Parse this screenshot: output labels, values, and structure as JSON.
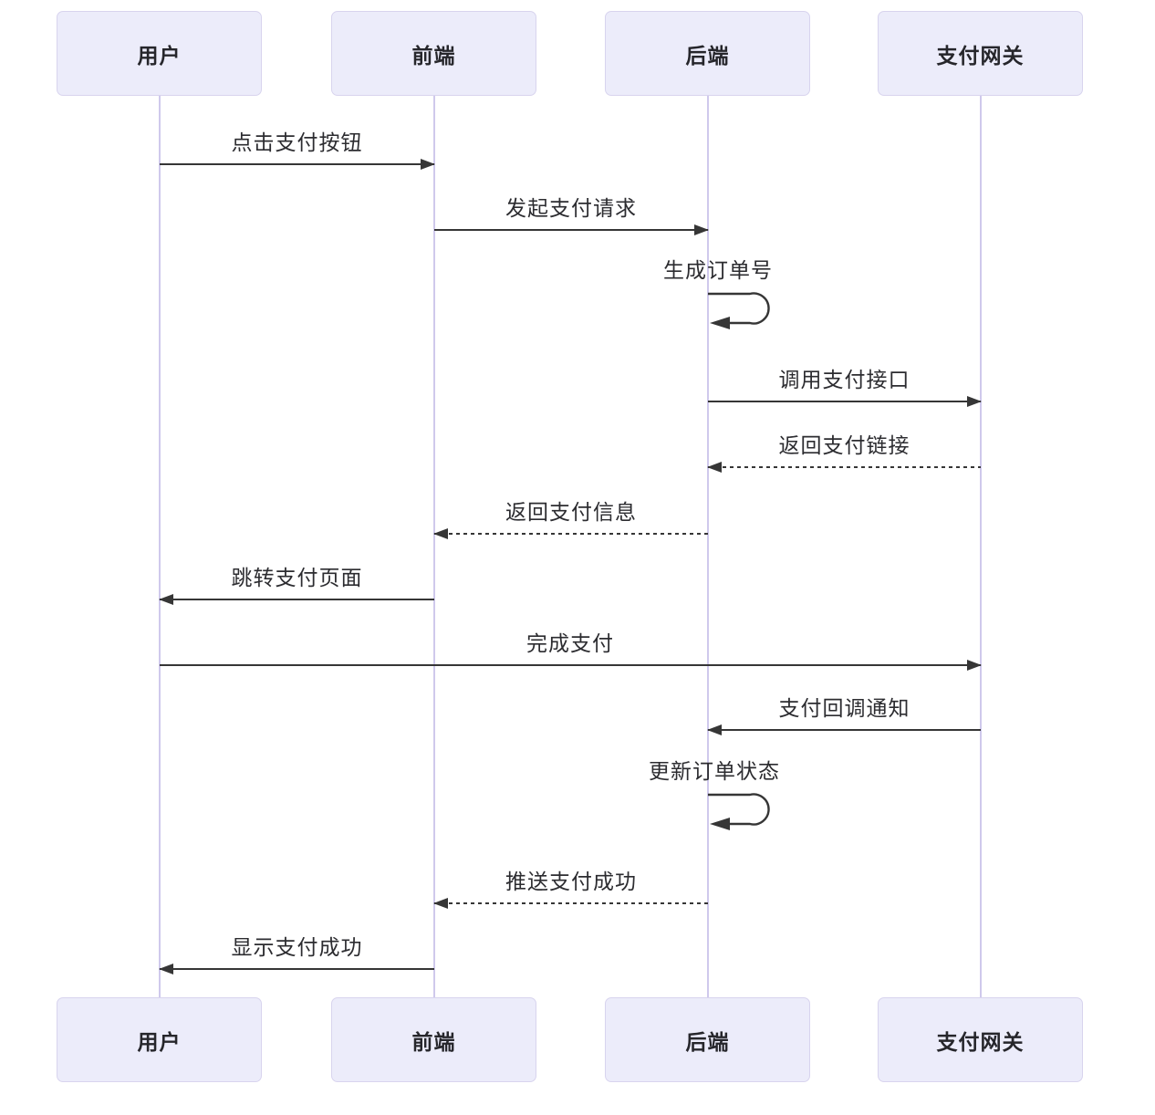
{
  "diagram": {
    "type": "sequence-diagram",
    "actors": [
      {
        "label": "用户"
      },
      {
        "label": "前端"
      },
      {
        "label": "后端"
      },
      {
        "label": "支付网关"
      }
    ],
    "messages": [
      {
        "from": "用户",
        "to": "前端",
        "label": "点击支付按钮",
        "line": "solid",
        "self": false
      },
      {
        "from": "前端",
        "to": "后端",
        "label": "发起支付请求",
        "line": "solid",
        "self": false
      },
      {
        "from": "后端",
        "to": "后端",
        "label": "生成订单号",
        "line": "solid",
        "self": true
      },
      {
        "from": "后端",
        "to": "支付网关",
        "label": "调用支付接口",
        "line": "solid",
        "self": false
      },
      {
        "from": "支付网关",
        "to": "后端",
        "label": "返回支付链接",
        "line": "dashed",
        "self": false
      },
      {
        "from": "后端",
        "to": "前端",
        "label": "返回支付信息",
        "line": "dashed",
        "self": false
      },
      {
        "from": "前端",
        "to": "用户",
        "label": "跳转支付页面",
        "line": "solid",
        "self": false
      },
      {
        "from": "用户",
        "to": "支付网关",
        "label": "完成支付",
        "line": "solid",
        "self": false
      },
      {
        "from": "支付网关",
        "to": "后端",
        "label": "支付回调通知",
        "line": "solid",
        "self": false
      },
      {
        "from": "后端",
        "to": "后端",
        "label": "更新订单状态",
        "line": "solid",
        "self": true
      },
      {
        "from": "后端",
        "to": "前端",
        "label": "推送支付成功",
        "line": "dashed",
        "self": false
      },
      {
        "from": "前端",
        "to": "用户",
        "label": "显示支付成功",
        "line": "solid",
        "self": false
      }
    ],
    "colors": {
      "background": "#ffffff",
      "actor_fill": "#ececfa",
      "actor_border": "#d8d4ee",
      "lifeline": "#cfc9ec",
      "line": "#363636",
      "text": "#2c2c30"
    }
  }
}
